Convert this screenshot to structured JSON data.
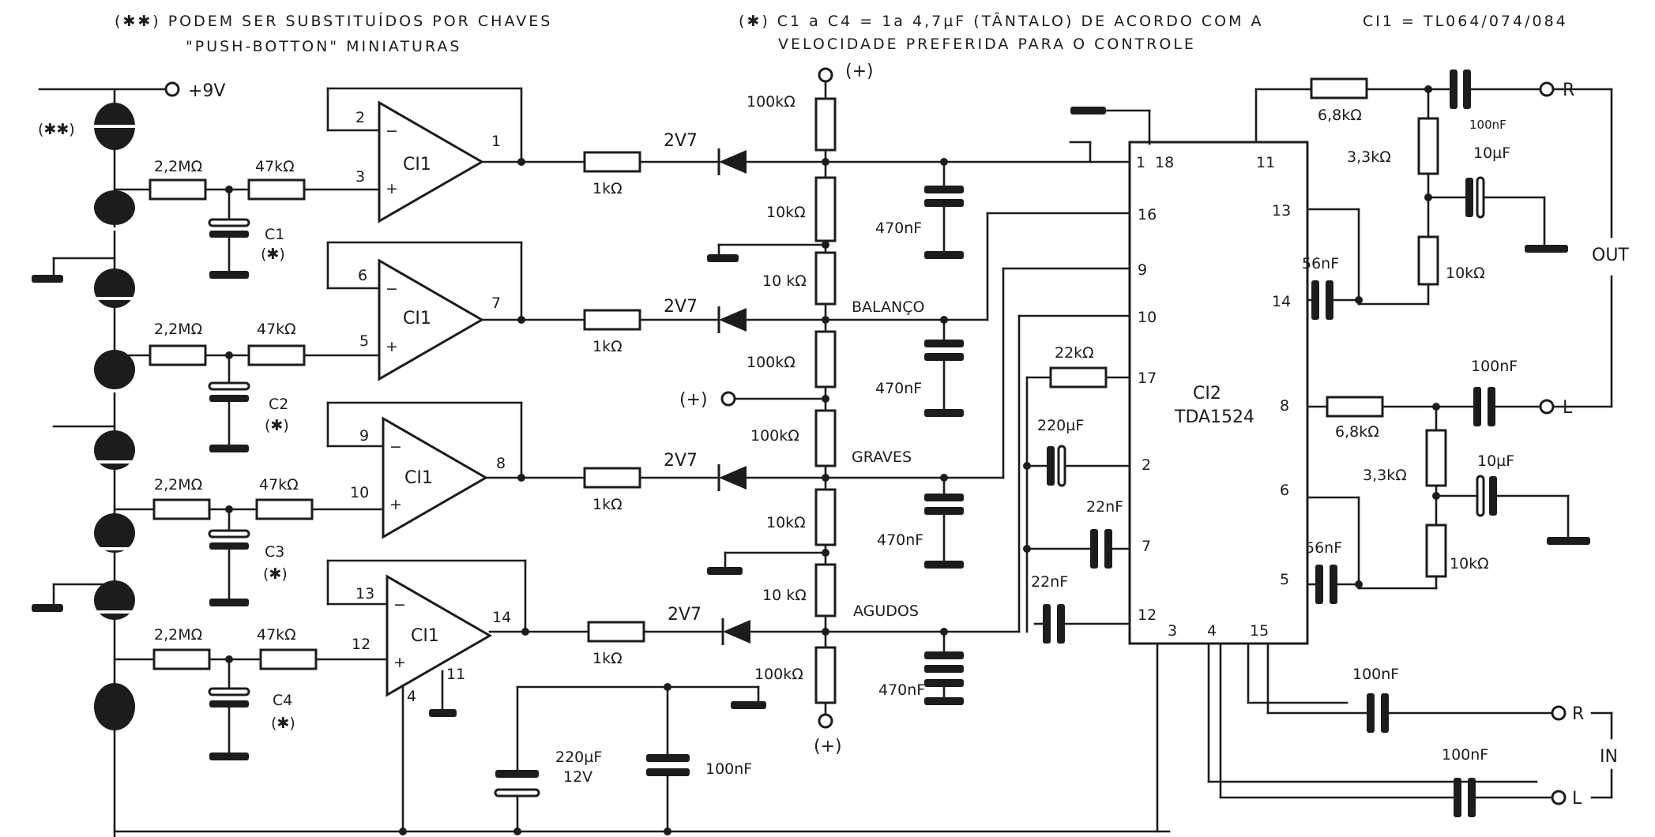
{
  "notes": {
    "switches_line1": "(✱✱) PODEM SER SUBSTITUÍDOS POR CHAVES",
    "switches_line2": "\"PUSH-BOTTON\" MINIATURAS",
    "caps_line1": "(✱) C1 a C4 = 1a 4,7µF (TÂNTALO) DE ACORDO COM A",
    "caps_line2": "VELOCIDADE PREFERIDA PARA O CONTROLE",
    "ic1_note": "CI1 = TL064/074/084"
  },
  "supply": {
    "vcc": "+9V",
    "plus": "(+)",
    "switch_mark": "(✱✱)"
  },
  "stages": [
    {
      "res_big": "2,2MΩ",
      "res_small": "47kΩ",
      "cap": "C1",
      "cap_mark": "(✱)",
      "ic": "CI1",
      "pin_minus": "2",
      "pin_plus": "3",
      "pin_out": "1",
      "res_out": "1kΩ",
      "zener": "2V7"
    },
    {
      "res_big": "2,2MΩ",
      "res_small": "47kΩ",
      "cap": "C2",
      "cap_mark": "(✱)",
      "ic": "CI1",
      "pin_minus": "6",
      "pin_plus": "5",
      "pin_out": "7",
      "res_out": "1kΩ",
      "zener": "2V7"
    },
    {
      "res_big": "2,2MΩ",
      "res_small": "47kΩ",
      "cap": "C3",
      "cap_mark": "(✱)",
      "ic": "CI1",
      "pin_minus": "9",
      "pin_plus": "10",
      "pin_out": "8",
      "res_out": "1kΩ",
      "zener": "2V7"
    },
    {
      "res_big": "2,2MΩ",
      "res_small": "47kΩ",
      "cap": "C4",
      "cap_mark": "(✱)",
      "ic": "CI1",
      "pin_minus": "13",
      "pin_plus": "12",
      "pin_out": "14",
      "res_out": "1kΩ",
      "zener": "2V7"
    }
  ],
  "ic1_pins": {
    "vplus": "4",
    "gnd": "11"
  },
  "divider": {
    "r1": "100kΩ",
    "r2": "10kΩ",
    "r3": "10 kΩ",
    "r4": "100kΩ",
    "r5": "100kΩ",
    "r6": "10kΩ",
    "r7": "10 kΩ",
    "r8": "100kΩ",
    "balanco": "BALANÇO",
    "graves": "GRAVES",
    "agudos": "AGUDOS"
  },
  "filter_caps": [
    "470nF",
    "470nF",
    "470nF",
    "470nF"
  ],
  "ic2": {
    "name": "CI2",
    "part": "TDA1524",
    "left_pins": [
      "1",
      "18",
      "16",
      "9",
      "10",
      "17",
      "2",
      "7",
      "12",
      "3",
      "4",
      "15"
    ],
    "right_pins": [
      "11",
      "13",
      "14",
      "8",
      "6",
      "5"
    ]
  },
  "ic2_parts": {
    "r22k": "22kΩ",
    "c220u": "220µF",
    "c22n_a": "22nF",
    "c22n_b": "22nF"
  },
  "power_caps": {
    "big": "220µF",
    "big_v": "12V",
    "small": "100nF"
  },
  "output_r": {
    "r1": "6,8kΩ",
    "c1": "100nF",
    "r2": "3,3kΩ",
    "c2": "10µF",
    "r3": "10kΩ",
    "c3": "56nF",
    "term": "R"
  },
  "output_l": {
    "r1": "6,8kΩ",
    "c1": "100nF",
    "r2": "3,3kΩ",
    "c2": "10µF",
    "r3": "10kΩ",
    "c3": "56nF",
    "term": "L"
  },
  "outputs_label": "OUT",
  "inputs": {
    "c_r": "100nF",
    "c_l": "100nF",
    "term_r": "R",
    "term_l": "L",
    "label": "IN"
  }
}
